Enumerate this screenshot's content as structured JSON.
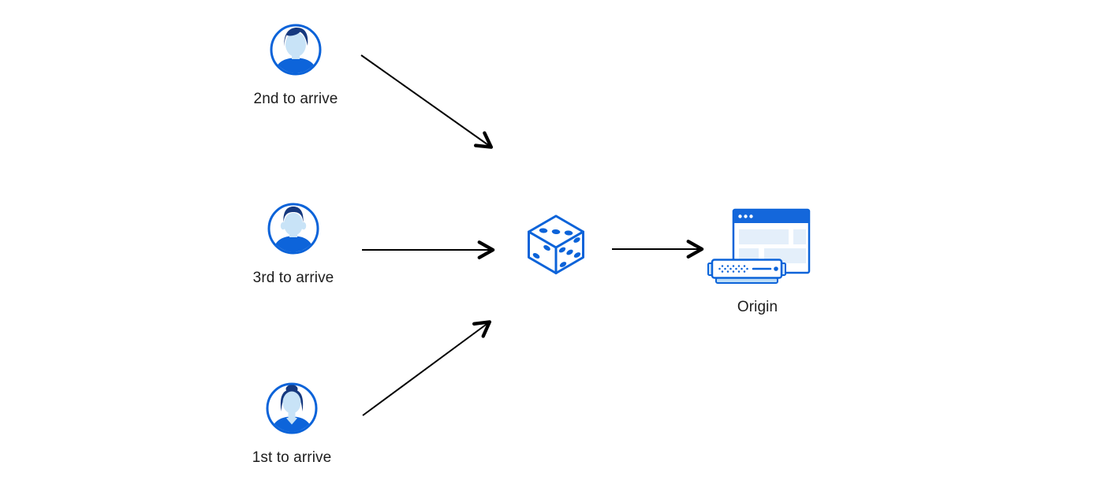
{
  "diagram": {
    "background_color": "#ffffff",
    "palette": {
      "primary_blue": "#0b63d9",
      "title_bar_blue": "#1467db",
      "navy_hair": "#16397f",
      "face_light_blue": "#c8e3f7",
      "panel_light_blue": "#e4effa",
      "server_tray_blue": "#bcdcf7",
      "ear_tab_blue": "#cfe6f9",
      "arrow_color": "#000000",
      "label_color": "#1d1d1d"
    },
    "actors": [
      {
        "label": "2nd to arrive",
        "icon": "male-avatar-swoosh-hair-icon"
      },
      {
        "label": "3rd to arrive",
        "icon": "male-avatar-short-hair-icon"
      },
      {
        "label": "1st to arrive",
        "icon": "female-avatar-bun-hair-icon"
      }
    ],
    "random_node": {
      "icon": "dice-icon",
      "pips": {
        "top_face": 3,
        "left_face": 2,
        "right_face": 5
      }
    },
    "origin": {
      "label": "Origin",
      "icon": "origin-server-browser-icon"
    },
    "arrows": [
      {
        "from": "2nd to arrive",
        "to": "dice"
      },
      {
        "from": "3rd to arrive",
        "to": "dice"
      },
      {
        "from": "1st to arrive",
        "to": "dice"
      },
      {
        "from": "dice",
        "to": "Origin"
      }
    ]
  }
}
